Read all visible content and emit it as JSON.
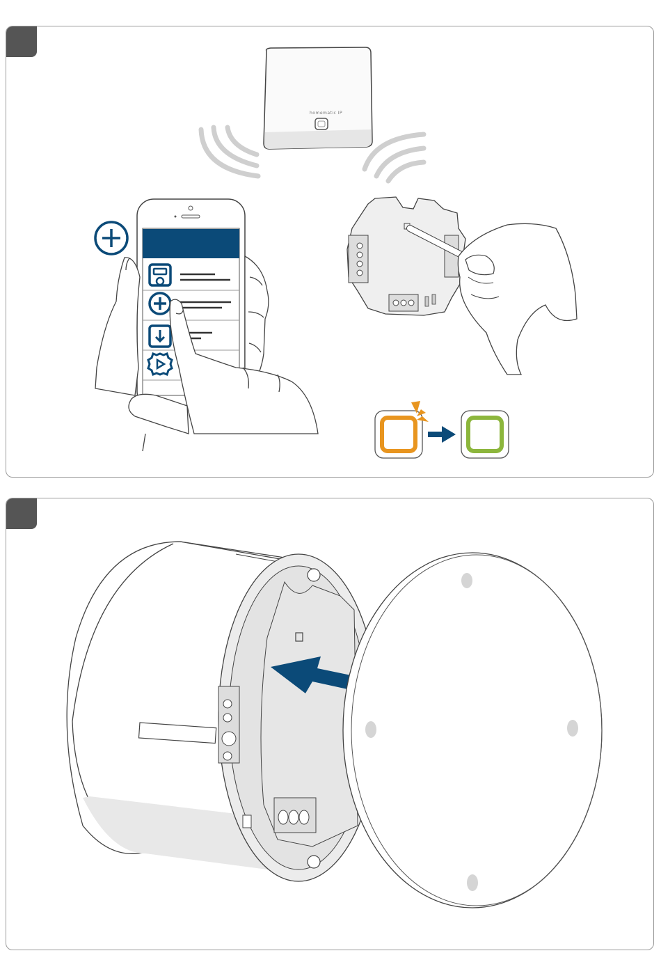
{
  "steps": [
    {
      "id": 1
    },
    {
      "id": 2
    }
  ],
  "access_point": {
    "brand_label": "homematic IP"
  },
  "colors": {
    "app_blue": "#0b4a78",
    "led_orange": "#e8951f",
    "led_green": "#8cb63c",
    "arrow_blue": "#0b4a78",
    "badge_gray": "#555555",
    "frame_gray": "#9a9a9a"
  },
  "icons": [
    "plus-circle-icon",
    "device-icon",
    "add-device-icon",
    "download-icon",
    "settings-gear-icon",
    "arrow-right-icon",
    "arrow-left-icon"
  ]
}
